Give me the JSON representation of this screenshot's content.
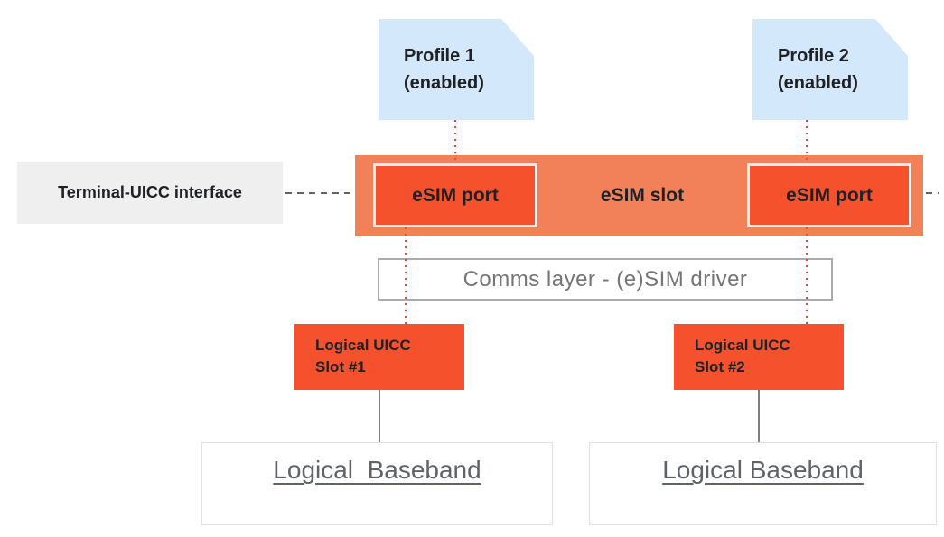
{
  "diagram": {
    "profiles": [
      {
        "name": "Profile 1",
        "status": "(enabled)"
      },
      {
        "name": "Profile 2",
        "status": "(enabled)"
      }
    ],
    "terminal_interface": {
      "label": "Terminal-UICC interface"
    },
    "esim_slot": {
      "label": "eSIM slot",
      "ports": [
        {
          "label": "eSIM port"
        },
        {
          "label": "eSIM port"
        }
      ]
    },
    "comms_layer": {
      "label": "Comms layer - (e)SIM driver"
    },
    "logical_uicc_slots": [
      {
        "line1": "Logical UICC",
        "line2": "Slot #1"
      },
      {
        "line1": "Logical UICC",
        "line2": "Slot #2"
      }
    ],
    "basebands": [
      {
        "label": "Logical  Baseband"
      },
      {
        "label": "Logical Baseband"
      }
    ],
    "colors": {
      "profile_bg": "#D3E8FA",
      "slot_bg": "#F28059",
      "port_bg": "#F4512C",
      "port_border": "#FBEFE9",
      "terminal_bg": "#EFEFEF",
      "dark_text": "#202124",
      "comms_text": "#757575",
      "comms_border": "#ABABAB",
      "baseband_text": "#5F6368",
      "baseband_border": "#E2E2E2",
      "red_dotted": "#EA4B35",
      "connector_gray": "#5F6368"
    }
  }
}
